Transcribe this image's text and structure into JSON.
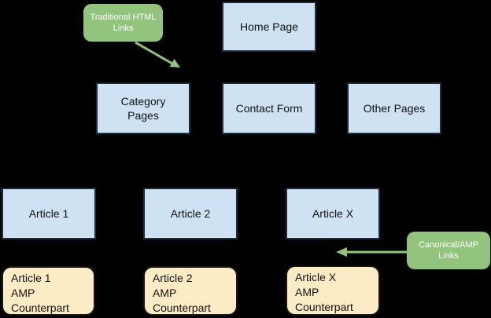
{
  "colors": {
    "background": "#000000",
    "page_node_fill": "#cfe2f3",
    "page_node_border": "#1d2c3a",
    "amp_node_fill": "#fcecc5",
    "amp_node_border": "#1a1510",
    "callout_fill": "#93c47d",
    "callout_text": "#ffffff",
    "arrow": "#93c47d",
    "node_text": "#111111"
  },
  "nodes": {
    "home": {
      "label": "Home Page"
    },
    "category": {
      "label": "Category\nPages"
    },
    "contact": {
      "label": "Contact Form"
    },
    "other": {
      "label": "Other Pages"
    },
    "article1": {
      "label": "Article 1"
    },
    "article2": {
      "label": "Article 2"
    },
    "articleX": {
      "label": "Article X"
    }
  },
  "amp_nodes": {
    "article1": {
      "label": "Article 1\nAMP\nCounterpart"
    },
    "article2": {
      "label": "Article 2\nAMP\nCounterpart"
    },
    "articleX": {
      "label": "Article X\nAMP\nCounterpart"
    }
  },
  "callouts": {
    "traditional": {
      "label": "Traditional HTML\nLinks"
    },
    "canonical": {
      "label": "Canonical/AMP\nLinks"
    }
  }
}
